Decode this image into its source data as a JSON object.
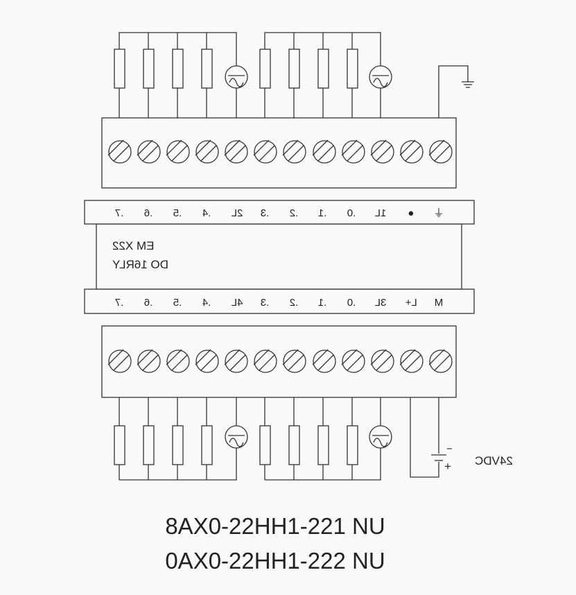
{
  "module": {
    "name_line1": "EM X22",
    "name_line2": "DO 16RLY"
  },
  "top_labels": [
    "⏚",
    "●",
    "1L",
    ".0",
    ".1",
    ".2",
    ".3",
    "2L",
    ".4",
    ".5",
    ".6",
    ".7"
  ],
  "bottom_labels": [
    "M",
    "L+",
    "3L",
    ".0",
    ".1",
    ".2",
    ".3",
    "4L",
    ".4",
    ".5",
    ".6",
    ".7"
  ],
  "supply": {
    "label": "24VDC",
    "plus": "+",
    "minus": "−"
  },
  "part_numbers": [
    "8AX0-22HH1-221 NU",
    "0AX0-22HH1-222 NU"
  ],
  "icons": {
    "terminal": "screw-terminal-icon",
    "load": "load-resistor-icon",
    "ac_source": "ac-source-icon",
    "ground": "ground-icon",
    "battery": "dc-battery-icon"
  }
}
